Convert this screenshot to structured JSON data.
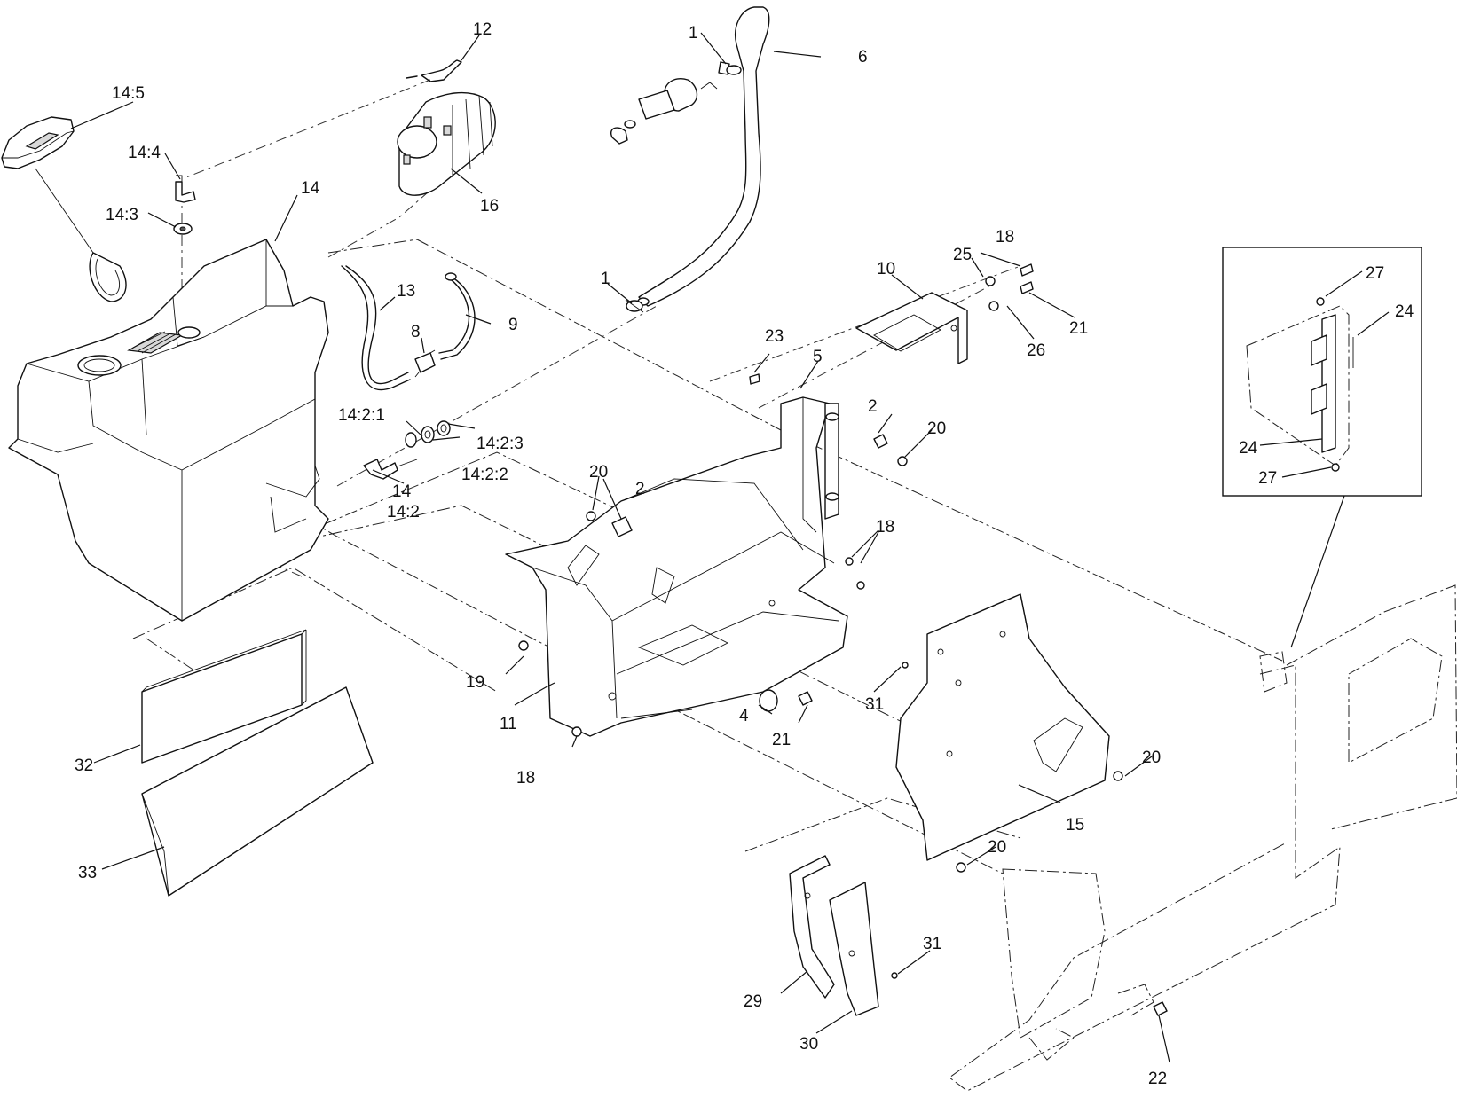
{
  "callouts": [
    {
      "id": "c1a",
      "label": "1"
    },
    {
      "id": "c1b",
      "label": "1"
    },
    {
      "id": "c2a",
      "label": "2"
    },
    {
      "id": "c2b",
      "label": "2"
    },
    {
      "id": "c4",
      "label": "4"
    },
    {
      "id": "c5",
      "label": "5"
    },
    {
      "id": "c6",
      "label": "6"
    },
    {
      "id": "c8",
      "label": "8"
    },
    {
      "id": "c9",
      "label": "9"
    },
    {
      "id": "c10",
      "label": "10"
    },
    {
      "id": "c11",
      "label": "11"
    },
    {
      "id": "c12",
      "label": "12"
    },
    {
      "id": "c13",
      "label": "13"
    },
    {
      "id": "c14a",
      "label": "14"
    },
    {
      "id": "c14b",
      "label": "14"
    },
    {
      "id": "c14_2",
      "label": "14:2"
    },
    {
      "id": "c14_2_1",
      "label": "14:2:1"
    },
    {
      "id": "c14_2_2",
      "label": "14:2:2"
    },
    {
      "id": "c14_2_3",
      "label": "14:2:3"
    },
    {
      "id": "c14_3",
      "label": "14:3"
    },
    {
      "id": "c14_4",
      "label": "14:4"
    },
    {
      "id": "c14_5",
      "label": "14:5"
    },
    {
      "id": "c15",
      "label": "15"
    },
    {
      "id": "c16",
      "label": "16"
    },
    {
      "id": "c18a",
      "label": "18"
    },
    {
      "id": "c18b",
      "label": "18"
    },
    {
      "id": "c18c",
      "label": "18"
    },
    {
      "id": "c19",
      "label": "19"
    },
    {
      "id": "c20a",
      "label": "20"
    },
    {
      "id": "c20b",
      "label": "20"
    },
    {
      "id": "c20c",
      "label": "20"
    },
    {
      "id": "c20d",
      "label": "20"
    },
    {
      "id": "c21a",
      "label": "21"
    },
    {
      "id": "c21b",
      "label": "21"
    },
    {
      "id": "c22",
      "label": "22"
    },
    {
      "id": "c23",
      "label": "23"
    },
    {
      "id": "c24a",
      "label": "24"
    },
    {
      "id": "c24b",
      "label": "24"
    },
    {
      "id": "c25",
      "label": "25"
    },
    {
      "id": "c26",
      "label": "26"
    },
    {
      "id": "c27a",
      "label": "27"
    },
    {
      "id": "c27b",
      "label": "27"
    },
    {
      "id": "c29",
      "label": "29"
    },
    {
      "id": "c30",
      "label": "30"
    },
    {
      "id": "c31a",
      "label": "31"
    },
    {
      "id": "c31b",
      "label": "31"
    },
    {
      "id": "c32",
      "label": "32"
    },
    {
      "id": "c33",
      "label": "33"
    }
  ]
}
